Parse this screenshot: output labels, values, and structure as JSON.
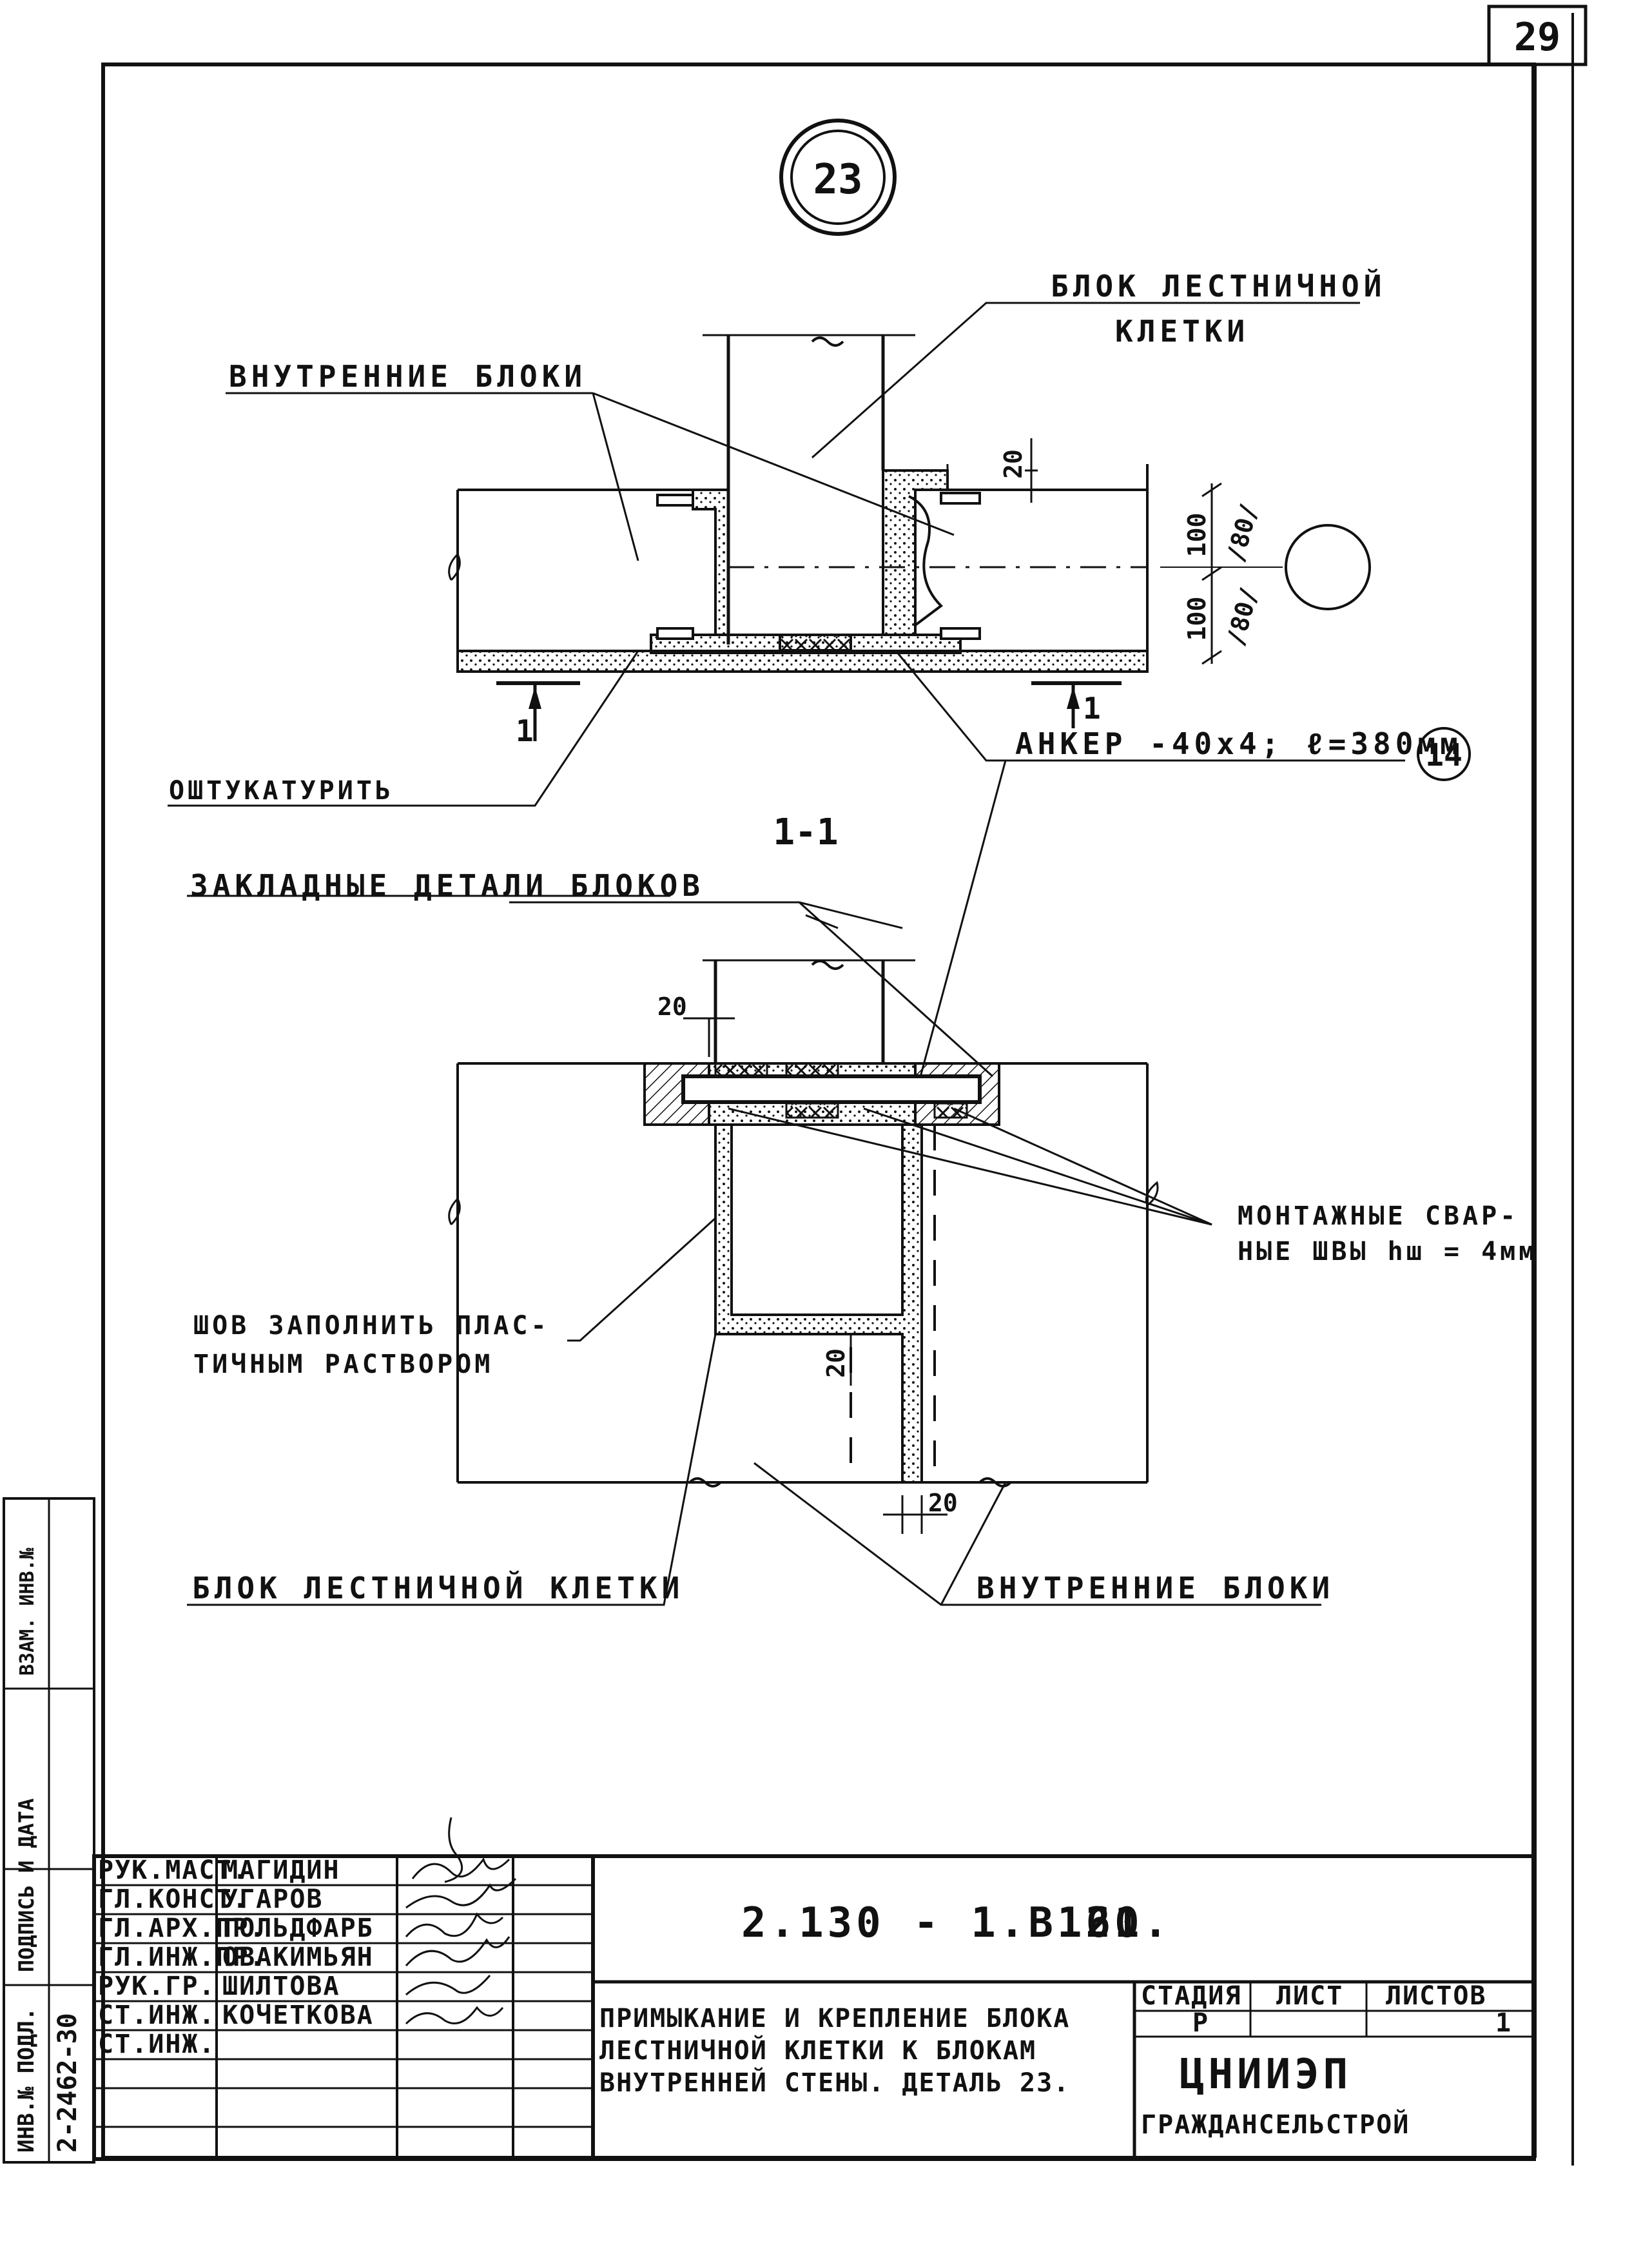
{
  "sheet_number": "29",
  "detail_marker": "23",
  "section_label": "1-1",
  "section_marks": [
    "1",
    "1"
  ],
  "labels": {
    "stair_block_top": [
      "БЛОК ЛЕСТНИЧНОЙ",
      "КЛЕТКИ"
    ],
    "inner_blocks_top": "ВНУТРЕННИЕ БЛОКИ",
    "plaster": "ОШТУКАТУРИТЬ",
    "anchor": "АНКЕР -40х4; ℓ=380мм",
    "anchor_ref": "14",
    "embedded_parts": "ЗАКЛАДНЫЕ ДЕТАЛИ БЛОКОВ",
    "welds": [
      "МОНТАЖНЫЕ СВАР-",
      "НЫЕ ШВЫ hш = 4мм"
    ],
    "seam_fill": [
      "ШОВ ЗАПОЛНИТЬ ПЛАС-",
      "ТИЧНЫМ РАСТВОРОМ"
    ],
    "stair_block_bottom": "БЛОК ЛЕСТНИЧНОЙ КЛЕТКИ",
    "inner_blocks_bottom": "ВНУТРЕННИЕ БЛОКИ"
  },
  "dimensions": {
    "top_gap": "20",
    "upper_100": "100",
    "upper_80": "/80/",
    "lower_100": "100",
    "lower_80": "/80/",
    "section_gap_top": "20",
    "section_gap_mid": "20",
    "section_gap_bottom": "20"
  },
  "side_stamp": {
    "labels": [
      "ИНВ.№ ПОДЛ.",
      "ПОДПИСЬ И ДАТА",
      "ВЗАМ. ИНВ.№"
    ],
    "number": "2-2462-30"
  },
  "title_block": {
    "people": [
      {
        "role": "РУК.МАСТ.",
        "name": "МАГИДИН"
      },
      {
        "role": "ГЛ.КОНСТ.",
        "name": "УГАРОВ"
      },
      {
        "role": "ГЛ.АРХ.ПР.",
        "name": "ГОЛЬДФАРБ"
      },
      {
        "role": "ГЛ.ИНЖ.ПР.",
        "name": "ОВАКИМЬЯН"
      },
      {
        "role": "РУК.ГР.",
        "name": "ШИЛТОВА"
      },
      {
        "role": "СТ.ИНЖ.",
        "name": "КОЧЕТКОВА"
      },
      {
        "role": "СТ.ИНЖ.",
        "name": ""
      }
    ],
    "doc_code": "2.130 - 1.В 21.",
    "doc_number": "160",
    "title_lines": [
      "ПРИМЫКАНИЕ И КРЕПЛЕНИЕ БЛОКА",
      "ЛЕСТНИЧНОЙ КЛЕТКИ К БЛОКАМ",
      "ВНУТРЕННЕЙ СТЕНЫ. ДЕТАЛЬ 23."
    ],
    "stage_header": "СТАДИЯ",
    "sheet_header": "ЛИСТ",
    "sheets_header": "ЛИСТОВ",
    "stage": "Р",
    "sheet": "",
    "sheets": "1",
    "org": "ЦНИИЭП",
    "org_sub": "ГРАЖДАНСЕЛЬСТРОЙ"
  }
}
